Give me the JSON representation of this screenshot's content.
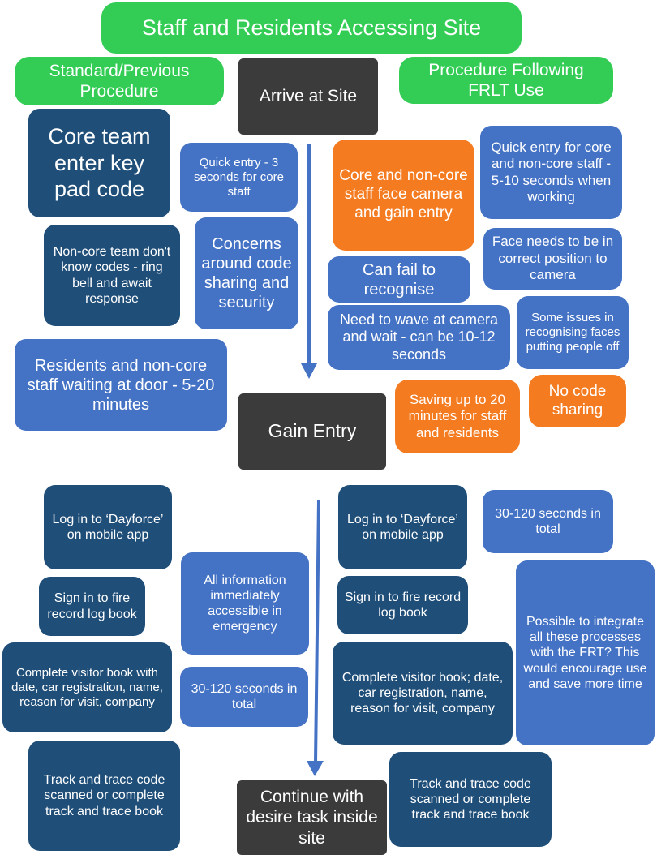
{
  "colors": {
    "green": "#33cc55",
    "dark": "#3b3b3b",
    "navy": "#1f4e79",
    "blue": "#4472c4",
    "orange": "#f47b20",
    "arrow": "#4472c4"
  },
  "title": "Staff and Residents Accessing Site",
  "headers": {
    "left": "Standard/Previous Procedure",
    "right": "Procedure Following FRLT Use"
  },
  "flow": {
    "arrive": "Arrive at Site",
    "gain": "Gain Entry",
    "continue": "Continue with desire task inside site"
  },
  "entry_standard": {
    "core_keypad": "Core team enter key pad code",
    "quick_entry": "Quick entry - 3 seconds for core staff",
    "non_core": "Non-core team don't know codes - ring bell and await response",
    "concerns": "Concerns around code sharing and security",
    "waiting": "Residents and non-core staff waiting at door - 5-20 minutes"
  },
  "entry_frlt": {
    "face_camera": "Core and non-core staff face camera and gain entry",
    "quick_entry": "Quick entry for core and non-core staff - 5-10 seconds when working",
    "position": "Face needs to be in correct position to camera",
    "fail": "Can fail to recognise",
    "wave": "Need to wave at camera and wait - can be 10-12 seconds",
    "issues": "Some issues in recognising faces putting people off",
    "saving": "Saving up to 20 minutes for staff and residents",
    "no_code": "No code sharing"
  },
  "inside_standard": {
    "dayforce": "Log in to ‘Dayforce’ on mobile app",
    "fire": "Sign in to fire record log book",
    "visitor": "Complete visitor book with date, car registration, name, reason for visit, company",
    "track": "Track and trace code scanned or complete track and trace book",
    "info": "All information immediately accessible in emergency",
    "time": "30-120 seconds in total"
  },
  "inside_frlt": {
    "dayforce": "Log in to ‘Dayforce’ on mobile app",
    "fire": "Sign in to fire record log book",
    "visitor": "Complete visitor book; date, car registration, name, reason for visit, company",
    "track": "Track and trace code scanned or complete track and trace book",
    "time": "30-120 seconds in total",
    "integrate": "Possible to integrate all these processes with the FRT? This would encourage use and save more time"
  }
}
